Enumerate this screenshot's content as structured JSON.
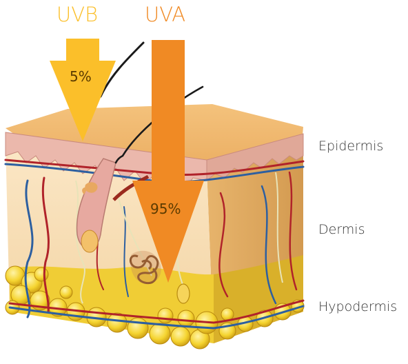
{
  "rays": {
    "uvb": {
      "title": "UVB",
      "percent": "5%",
      "color": "#FBBF2A"
    },
    "uva": {
      "title": "UVA",
      "percent": "95%",
      "color": "#F08A24"
    }
  },
  "layers": {
    "epidermis": "Epidermis",
    "dermis": "Dermis",
    "hypodermis": "Hypodermis"
  },
  "colors": {
    "skin_top": "#F1B870",
    "dermis": "#F8DDB5",
    "fat": "#F2CF2E",
    "artery": "#B0232A",
    "vein": "#2D5FA0",
    "follicle": "#E7A9A0"
  }
}
